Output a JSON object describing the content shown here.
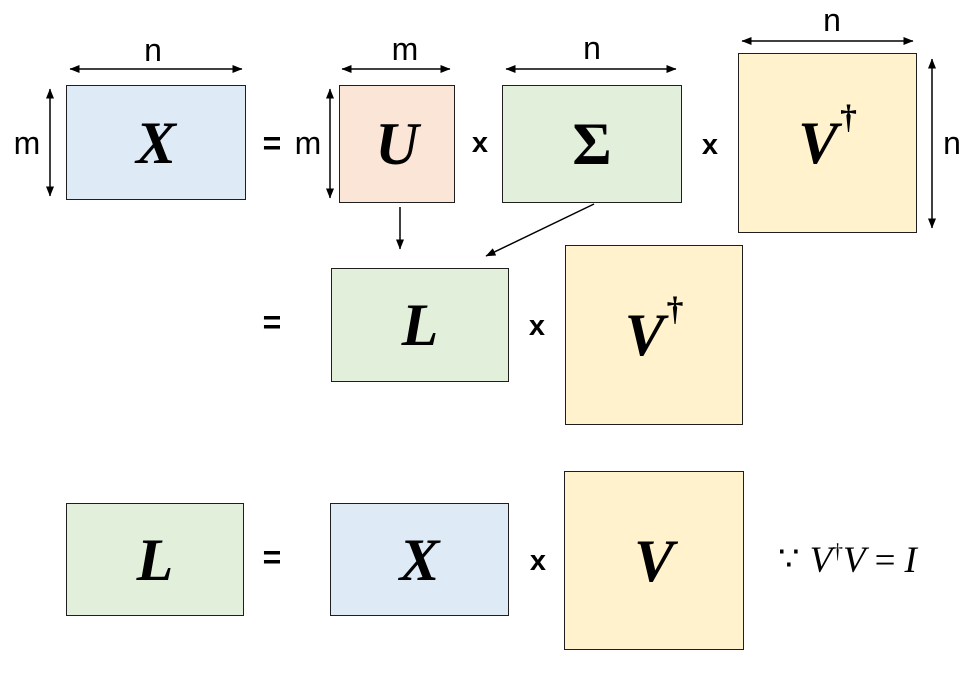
{
  "colors": {
    "matrix_x_fill": "#DEEBF7",
    "matrix_u_fill": "#FBE5D6",
    "matrix_sigma_fill": "#E2EFDA",
    "matrix_v_fill": "#FFF2CC",
    "border": "#1f1f1f",
    "arrow": "#000000",
    "background": "#ffffff"
  },
  "row1": {
    "dim_n_over_x": "n",
    "dim_m_left_x": "m",
    "matrix_x": "X",
    "equals": "=",
    "dim_m_left_u": "m",
    "dim_m_over_u": "m",
    "matrix_u": "U",
    "times_1": "x",
    "dim_n_over_sigma": "n",
    "matrix_sigma": "Σ",
    "times_2": "x",
    "dim_n_over_vdagger": "n",
    "matrix_v": "V",
    "dagger": "†",
    "dim_n_right_vdagger": "n"
  },
  "row2": {
    "equals": "=",
    "matrix_l": "L",
    "times": "x",
    "matrix_v": "V",
    "dagger": "†"
  },
  "row3": {
    "matrix_l": "L",
    "equals": "=",
    "matrix_x": "X",
    "times": "x",
    "matrix_v": "V",
    "note": {
      "because": "∵",
      "v1": "V",
      "dagger": "†",
      "v2": "V",
      "equals": "=",
      "identity": "I"
    }
  }
}
